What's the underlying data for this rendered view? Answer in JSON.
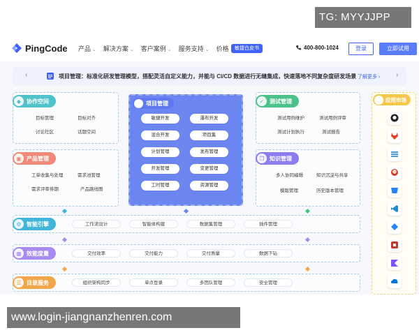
{
  "watermarks": {
    "top": "TG: MYYJJPP",
    "bottom": "www.login-jiangnanzhenren.com"
  },
  "nav": {
    "logo": "PingCode",
    "menu": [
      {
        "label": "产品",
        "chev": "⌄"
      },
      {
        "label": "解决方案",
        "chev": "⌄"
      },
      {
        "label": "客户案例",
        "chev": "⌄"
      },
      {
        "label": "服务支持",
        "chev": "⌄"
      },
      {
        "label": "价格",
        "chev": ""
      }
    ],
    "badge": "敏捷白皮书",
    "phone": "400-800-1024",
    "login": "登录",
    "try": "立即试用"
  },
  "banner": {
    "text": "项目管理：标准化研发管理模型，搭配灵活自定义能力，并能与 CI/CD 数据进行无缝集成，快速落地不同复杂度研发场景",
    "more": "了解更多 ›",
    "prev": "‹",
    "next": "›"
  },
  "modules": {
    "collab": {
      "title": "协作空间",
      "items": [
        "目标管理",
        "目标对齐",
        "讨论社区",
        "话题空间"
      ]
    },
    "product": {
      "title": "产品管理",
      "items": [
        "工单收集与处理",
        "需求池管理",
        "需求评审排期",
        "产品路线图"
      ]
    },
    "project": {
      "title": "项目管理",
      "items": [
        "敏捷开发",
        "瀑布开发",
        "混合开发",
        "项目集",
        "计划管理",
        "发布管理",
        "开发管理",
        "变更管理",
        "工时管理",
        "资源管理"
      ]
    },
    "testing": {
      "title": "测试管理",
      "items": [
        "测试用例维护",
        "测试用例评审",
        "测试计划执行",
        "测试报告"
      ]
    },
    "knowledge": {
      "title": "知识管理",
      "items": [
        "多人协同编辑",
        "知识沉淀与共享",
        "模版管理",
        "历史版本管理"
      ]
    },
    "engine": {
      "title": "智能引擎",
      "items": [
        "工作流设计",
        "智能体构建",
        "数据集管理",
        "插件管理"
      ]
    },
    "metrics": {
      "title": "效能度量",
      "items": [
        "交付效率",
        "交付能力",
        "交付质量",
        "数据下钻"
      ]
    },
    "directory": {
      "title": "目录服务",
      "items": [
        "组织架构同步",
        "单点登录",
        "多团队管理",
        "安全管理"
      ]
    },
    "apps": {
      "title": "应用市场"
    }
  },
  "app_icons": [
    "github-icon",
    "gitlab-icon",
    "gitee-icon",
    "jenkins-icon",
    "bitbucket-icon",
    "vscode-icon",
    "jira-icon",
    "gitea-icon",
    "kotlin-icon",
    "azure-icon"
  ],
  "colors": {
    "accent": "#3f63f4",
    "collab": "#4fc3c9",
    "product": "#f08a78",
    "project": "#6b85f1",
    "testing": "#4cc18a",
    "knowledge": "#8b7cf0",
    "engine": "#41b6d8",
    "metrics": "#a88bf0",
    "directory": "#f3a54a",
    "apps": "#f5c84c"
  }
}
